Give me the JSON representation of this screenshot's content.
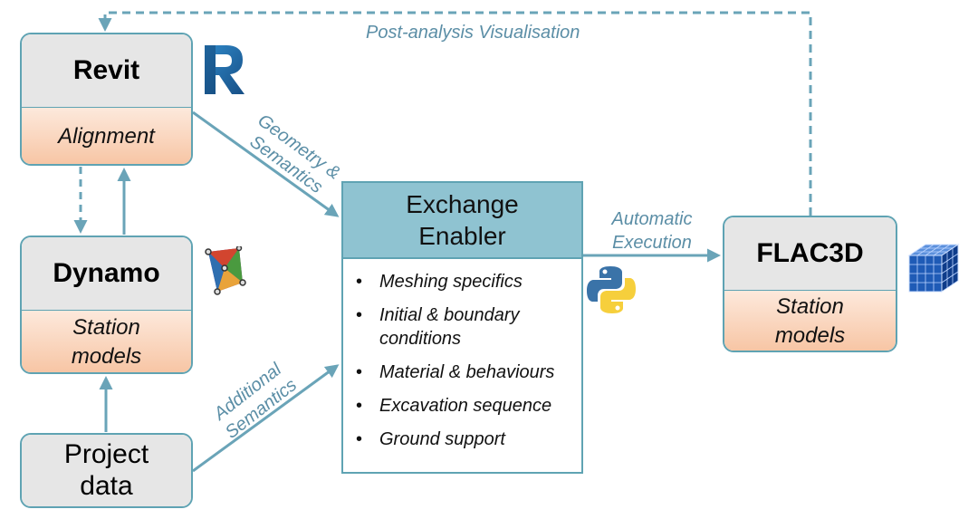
{
  "nodes": {
    "revit": {
      "title": "Revit",
      "subtitle": "Alignment"
    },
    "dynamo": {
      "title": "Dynamo",
      "subtitle": "Station models"
    },
    "project": {
      "title": "Project data"
    },
    "flac": {
      "title": "FLAC3D",
      "subtitle": "Station models"
    }
  },
  "enabler": {
    "title": "Exchange Enabler",
    "items": [
      "Meshing specifics",
      "Initial & boundary conditions",
      "Material & behaviours",
      "Excavation sequence",
      "Ground support"
    ]
  },
  "edges": {
    "post_analysis": "Post-analysis Visualisation",
    "geometry": "Geometry & Semantics",
    "automatic": "Automatic Execution",
    "additional": "Additional Semantics"
  },
  "icons": [
    "revit-logo",
    "dynamo-logo",
    "python-logo",
    "flac3d-cube-logo"
  ],
  "colors": {
    "line": "#6aa4b8",
    "header": "#8fc3d1",
    "accent_peach": "#f7c5a4",
    "label": "#5b8ea6"
  }
}
